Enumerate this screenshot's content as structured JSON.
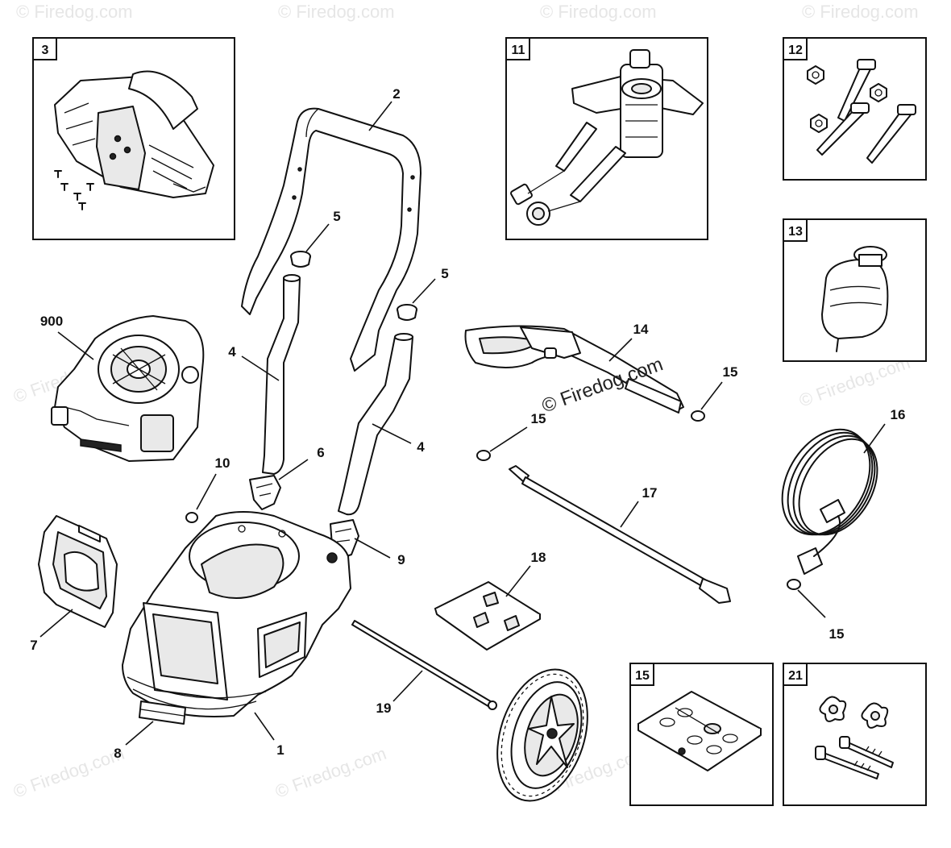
{
  "watermark": "© Firedog.com",
  "center_watermark": "© Firedog.com",
  "box_labels": {
    "b3": "3",
    "b11": "11",
    "b12": "12",
    "b13": "13",
    "b15": "15",
    "b21": "21"
  },
  "callouts": {
    "c2": "2",
    "c5a": "5",
    "c5b": "5",
    "c4a": "4",
    "c4b": "4",
    "c900": "900",
    "c6": "6",
    "c10": "10",
    "c9": "9",
    "c7": "7",
    "c8": "8",
    "c1": "1",
    "c19": "19",
    "c18": "18",
    "c17": "17",
    "c14": "14",
    "c15a": "15",
    "c15b": "15",
    "c15c": "15",
    "c16": "16"
  }
}
